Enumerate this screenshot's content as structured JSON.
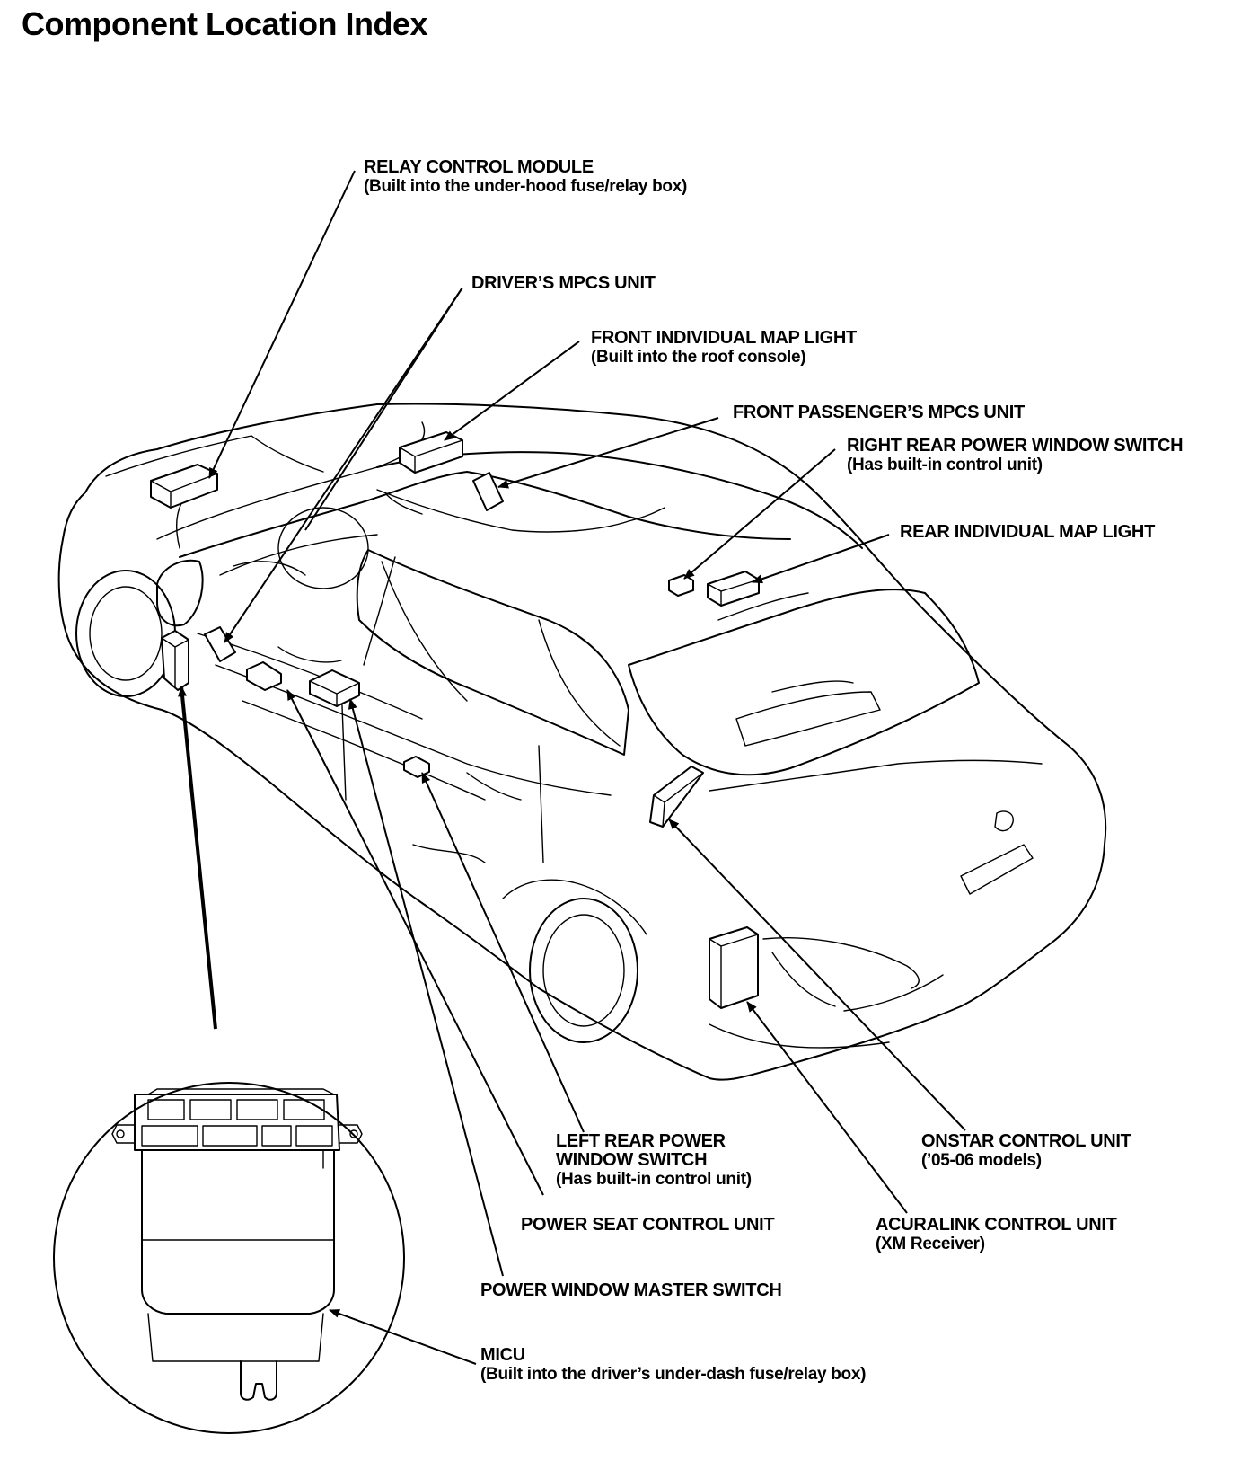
{
  "title": "Component Location Index",
  "labels": {
    "relay_control_module": {
      "name": "RELAY CONTROL MODULE",
      "note": "(Built into the under-hood fuse/relay box)"
    },
    "drivers_mpcs_unit": {
      "name": "DRIVER’S MPCS UNIT"
    },
    "front_individual_map_light": {
      "name": "FRONT INDIVIDUAL MAP LIGHT",
      "note": "(Built into the roof console)"
    },
    "front_passengers_mpcs_unit": {
      "name": "FRONT PASSENGER’S MPCS UNIT"
    },
    "right_rear_power_window_switch": {
      "name": "RIGHT REAR POWER WINDOW SWITCH",
      "note": "(Has built-in control unit)"
    },
    "rear_individual_map_light": {
      "name": "REAR INDIVIDUAL MAP LIGHT"
    },
    "left_rear_power_window_switch": {
      "name_line1": "LEFT REAR POWER",
      "name_line2": "WINDOW SWITCH",
      "note": "(Has built-in control unit)"
    },
    "onstar_control_unit": {
      "name": "ONSTAR CONTROL UNIT",
      "note": "(’05-06 models)"
    },
    "power_seat_control_unit": {
      "name": "POWER SEAT CONTROL UNIT"
    },
    "acuralink_control_unit": {
      "name": "ACURALINK CONTROL UNIT",
      "note": "(XM Receiver)"
    },
    "power_window_master_switch": {
      "name": "POWER WINDOW MASTER SWITCH"
    },
    "micu": {
      "name": "MICU",
      "note": "(Built into the driver’s under-dash fuse/relay box)"
    }
  }
}
